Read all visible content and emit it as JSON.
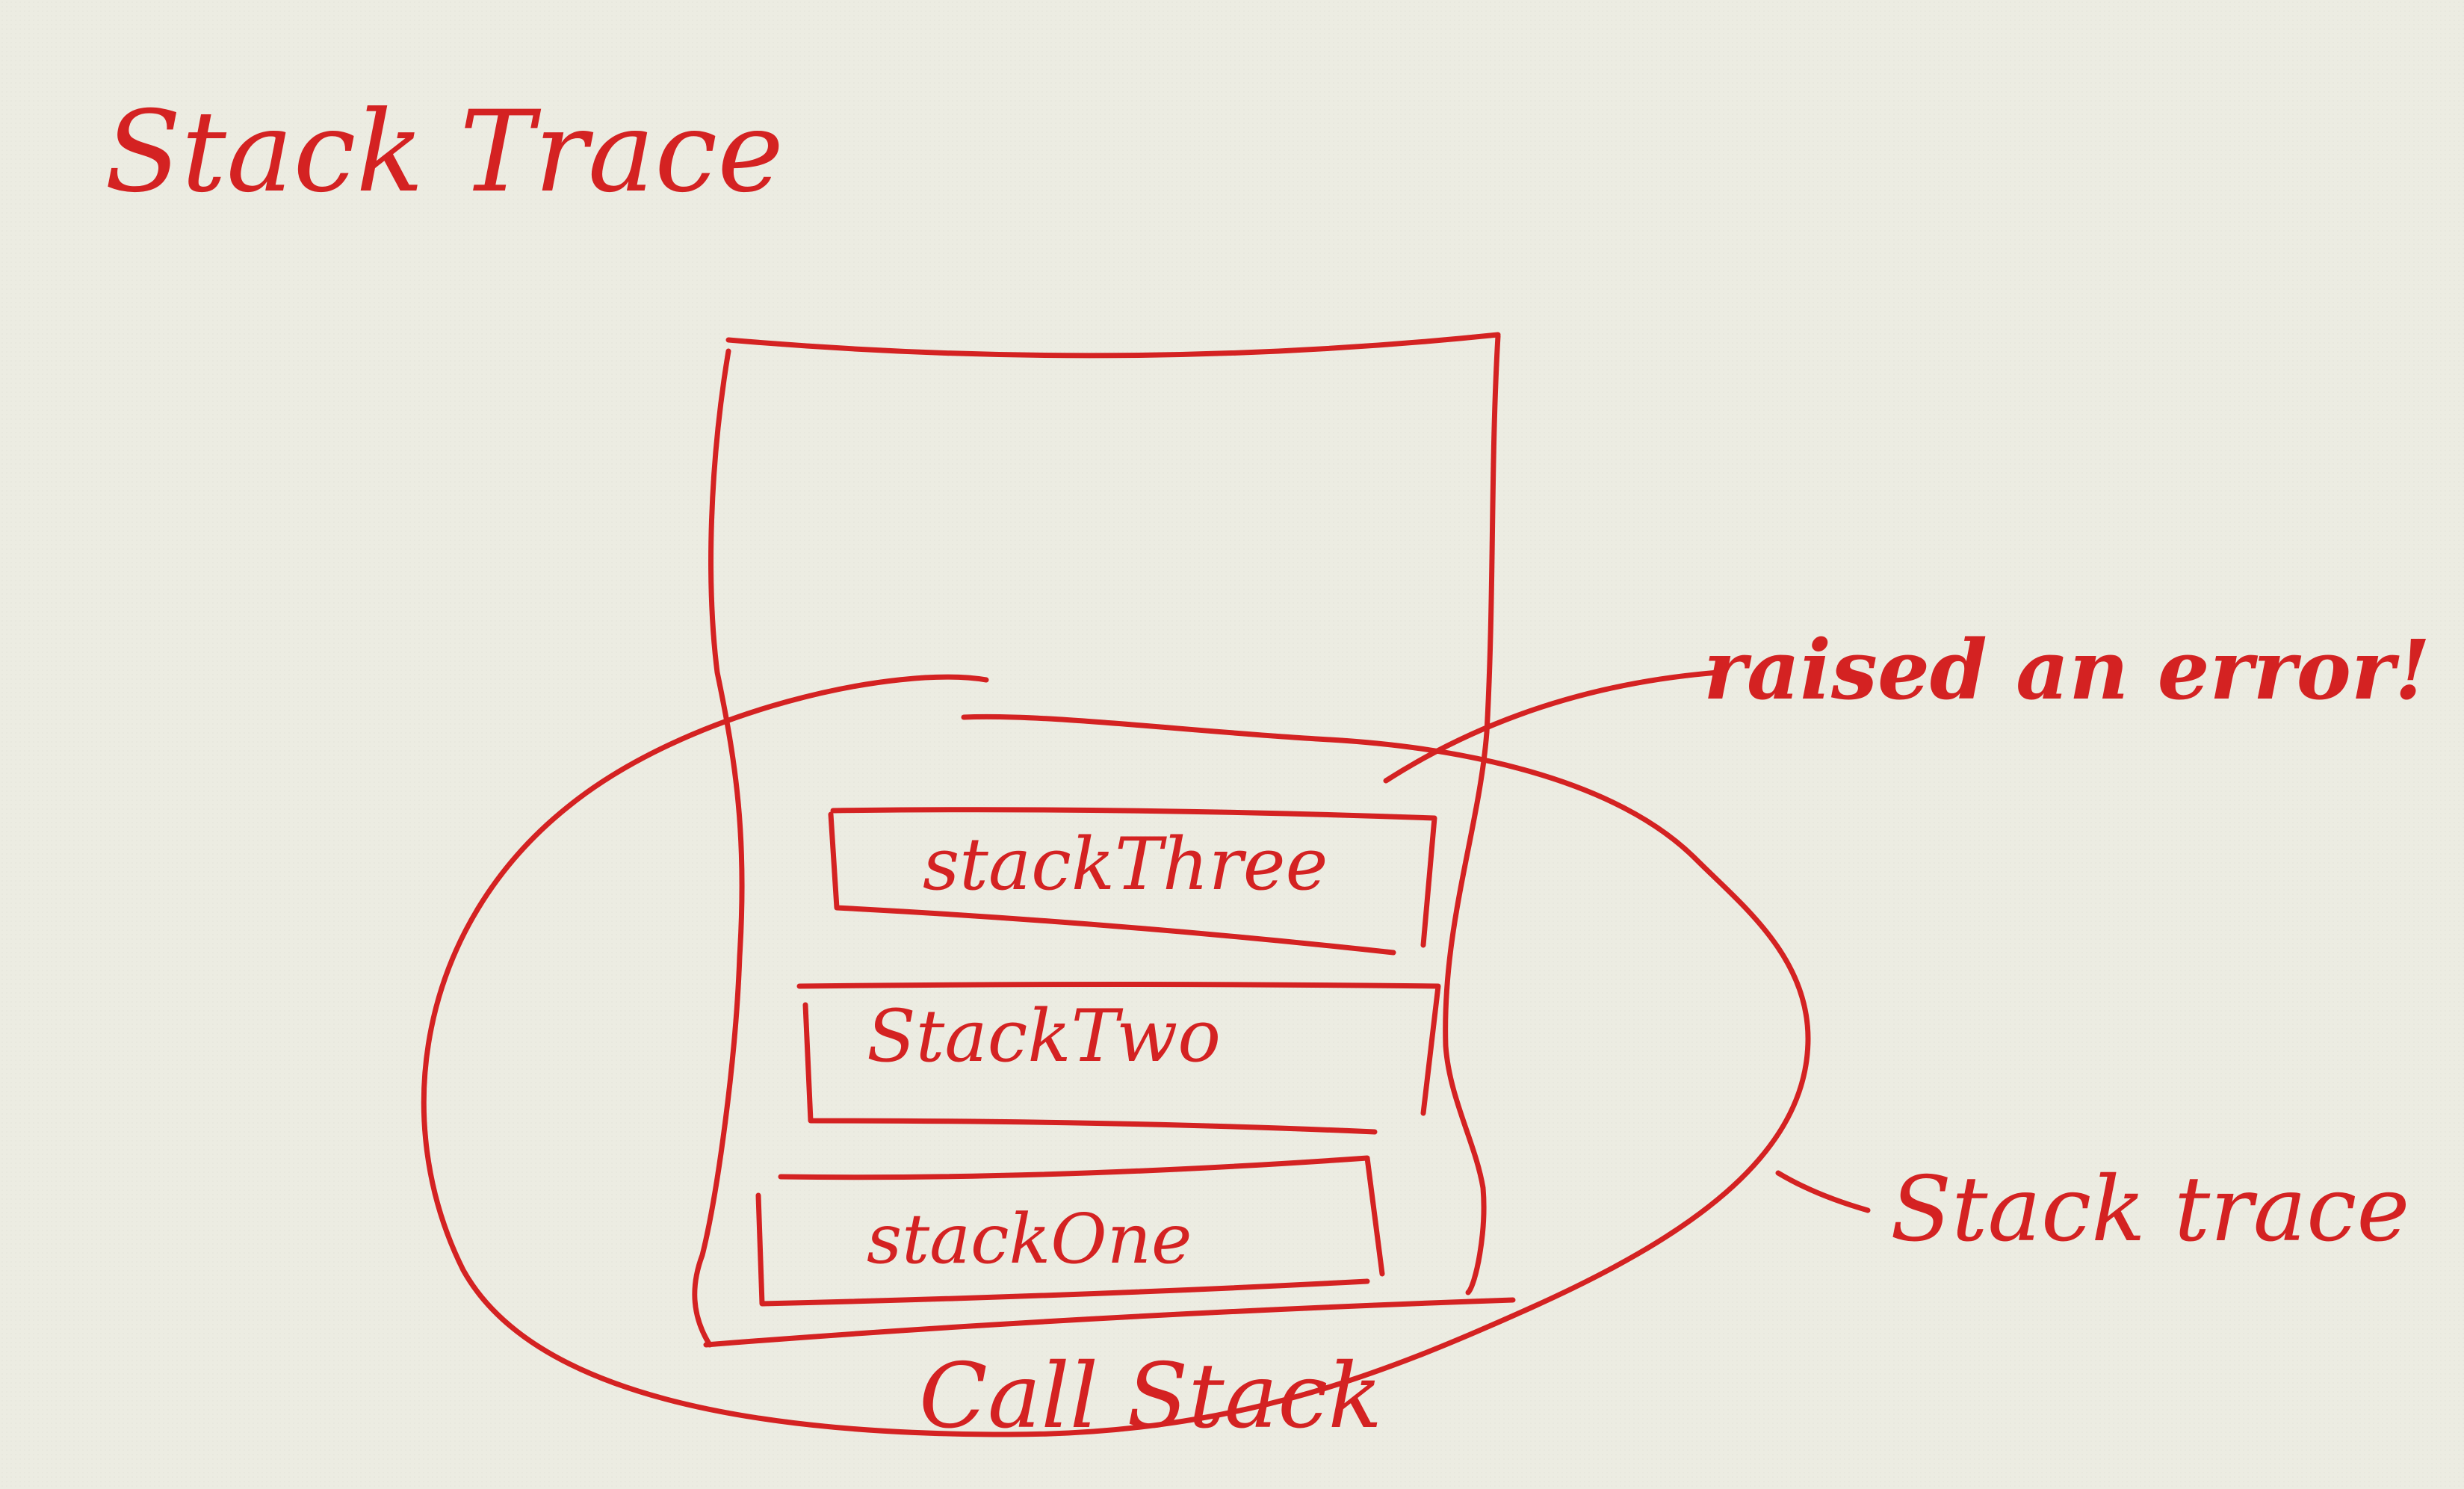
{
  "title": "Stack Trace",
  "frames": [
    {
      "label": "stackThree"
    },
    {
      "label": "StackTwo"
    },
    {
      "label": "stackOne"
    }
  ],
  "container_label": "Call Stack",
  "error_note": "raised an error!",
  "trace_label": "Stack trace",
  "colors": {
    "ink": "#d42222",
    "paper": "#ecece2"
  }
}
